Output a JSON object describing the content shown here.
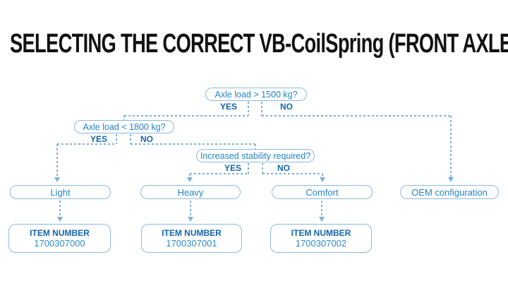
{
  "title": "SELECTING THE CORRECT VB-CoilSpring (FRONT AXLE)",
  "colors": {
    "title_text": "#121212",
    "box_border": "#8cb9de",
    "box_text": "#2484c6",
    "bold_label_text": "#1565ab",
    "dashed_line": "#7fb2da",
    "background": "#ffffff"
  },
  "flowchart": {
    "decisions": [
      {
        "question": "Axle load > 1500 kg?",
        "yes_label": "YES",
        "no_label": "NO"
      },
      {
        "question": "Axle load < 1800 kg?",
        "yes_label": "YES",
        "no_label": "NO"
      },
      {
        "question": "Increased stability required?",
        "yes_label": "YES",
        "no_label": "NO"
      }
    ],
    "results": [
      {
        "label": "Light",
        "item_number_label": "ITEM NUMBER",
        "item_number": "1700307000"
      },
      {
        "label": "Heavy",
        "item_number_label": "ITEM NUMBER",
        "item_number": "1700307001"
      },
      {
        "label": "Comfort",
        "item_number_label": "ITEM NUMBER",
        "item_number": "1700307002"
      },
      {
        "label": "OEM configuration"
      }
    ]
  }
}
